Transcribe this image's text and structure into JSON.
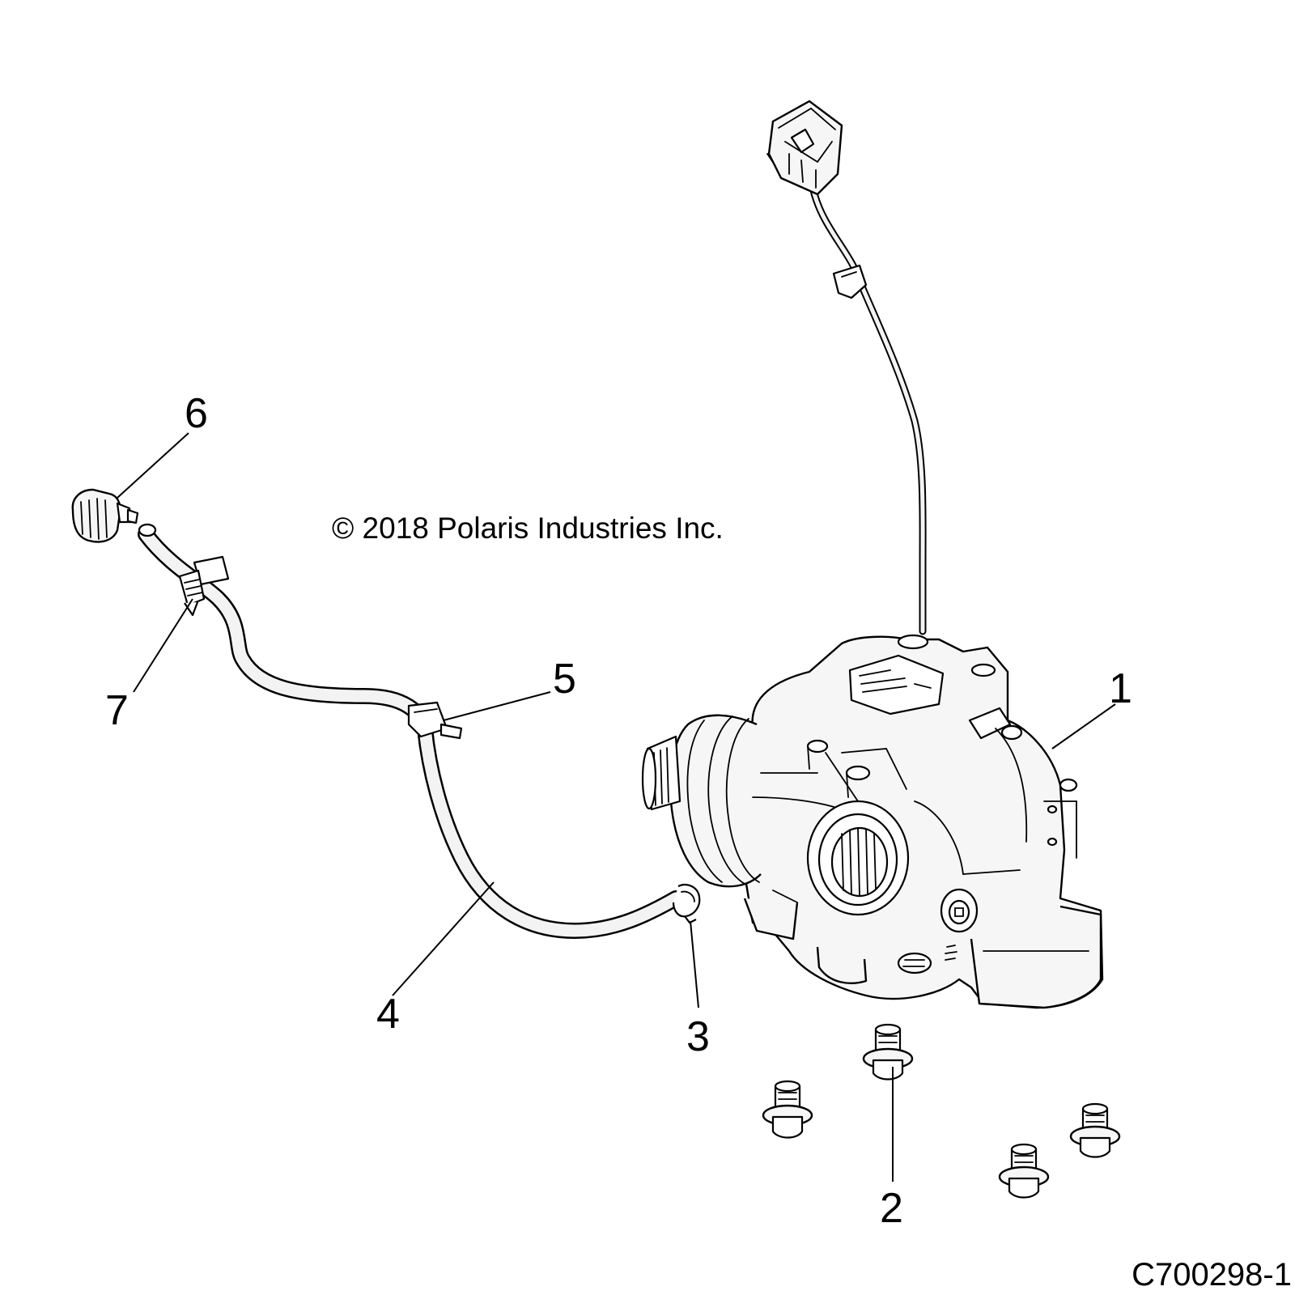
{
  "copyright": "© 2018 Polaris Industries Inc.",
  "figure_id": "C700298-1",
  "callouts": [
    {
      "number": "1"
    },
    {
      "number": "2"
    },
    {
      "number": "3"
    },
    {
      "number": "4"
    },
    {
      "number": "5"
    },
    {
      "number": "6"
    },
    {
      "number": "7"
    }
  ]
}
